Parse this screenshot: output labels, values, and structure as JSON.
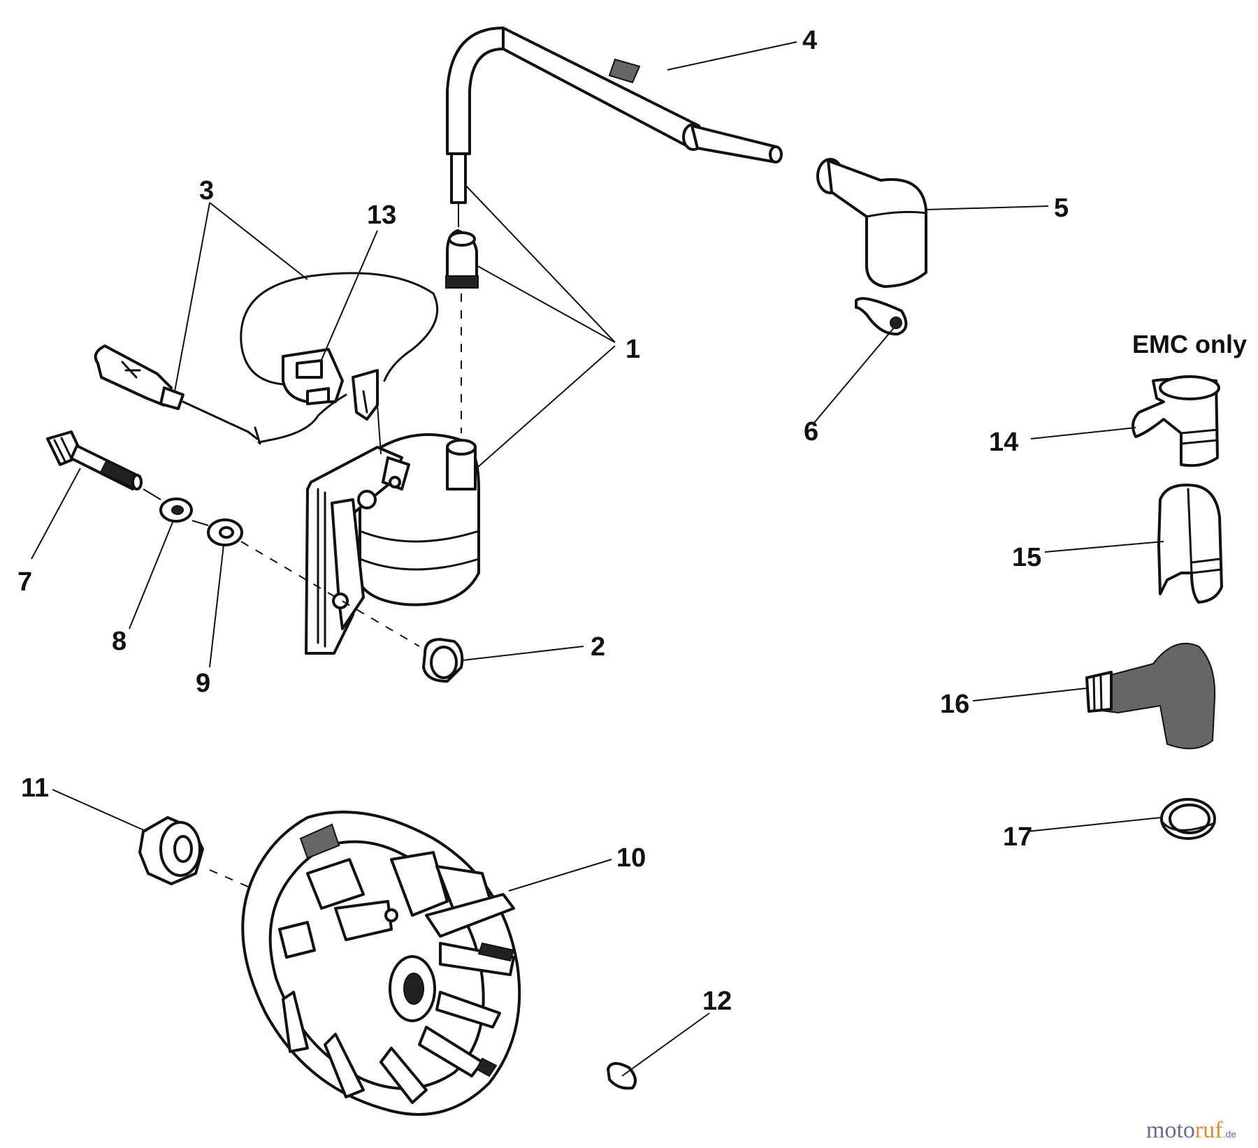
{
  "callouts": {
    "c1": "1",
    "c2": "2",
    "c3": "3",
    "c4": "4",
    "c5": "5",
    "c6": "6",
    "c7": "7",
    "c8": "8",
    "c9": "9",
    "c10": "10",
    "c11": "11",
    "c12": "12",
    "c13": "13",
    "c14": "14",
    "c15": "15",
    "c16": "16",
    "c17": "17"
  },
  "note": "EMC only",
  "watermark": {
    "brand_a": "moto",
    "brand_b": "ruf",
    "suffix": ".de"
  }
}
